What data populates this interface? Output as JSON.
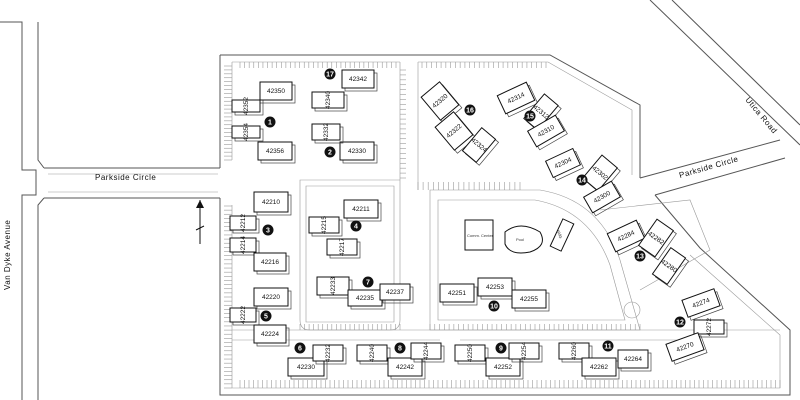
{
  "roads": {
    "van_dyke": "Van Dyke Avenue",
    "parkside_left": "Parkside Circle",
    "parkside_right": "Parkside Circle",
    "utica": "Utica Road"
  },
  "amenities": {
    "clubhouse": "Comm. Center",
    "pool": "Pool",
    "other": "Bldg."
  },
  "buildings": [
    {
      "id": "b1",
      "num": "1",
      "units": [
        "42350",
        "42352",
        "42354",
        "42356"
      ]
    },
    {
      "id": "b2",
      "num": "2",
      "units": [
        "42330",
        "42332"
      ]
    },
    {
      "id": "b17",
      "num": "17",
      "units": [
        "42342",
        "42340"
      ]
    },
    {
      "id": "b3",
      "num": "3",
      "units": [
        "42210",
        "42212",
        "42214",
        "42216"
      ]
    },
    {
      "id": "b4",
      "num": "4",
      "units": [
        "42211",
        "42215",
        "42217"
      ]
    },
    {
      "id": "b5",
      "num": "5",
      "units": [
        "42220",
        "42222",
        "42224"
      ]
    },
    {
      "id": "b6",
      "num": "6",
      "units": [
        "42230",
        "42232"
      ]
    },
    {
      "id": "b7",
      "num": "7",
      "units": [
        "42233",
        "42235",
        "42237"
      ]
    },
    {
      "id": "b8",
      "num": "8",
      "units": [
        "42240",
        "42242",
        "42244"
      ]
    },
    {
      "id": "b9",
      "num": "9",
      "units": [
        "42250",
        "42252",
        "42254"
      ]
    },
    {
      "id": "b10",
      "num": "10",
      "units": [
        "42251",
        "42253",
        "42255"
      ]
    },
    {
      "id": "b11",
      "num": "11",
      "units": [
        "42260",
        "42262",
        "42264"
      ]
    },
    {
      "id": "b12",
      "num": "12",
      "units": [
        "42274",
        "42272",
        "42270"
      ]
    },
    {
      "id": "b13",
      "num": "13",
      "units": [
        "42284",
        "42282",
        "42280"
      ]
    },
    {
      "id": "b14",
      "num": "14",
      "units": [
        "42304",
        "42302",
        "42300"
      ]
    },
    {
      "id": "b15",
      "num": "15",
      "units": [
        "42314",
        "42312",
        "42310"
      ]
    },
    {
      "id": "b16",
      "num": "16",
      "units": [
        "42320",
        "42322",
        "42324"
      ]
    }
  ]
}
